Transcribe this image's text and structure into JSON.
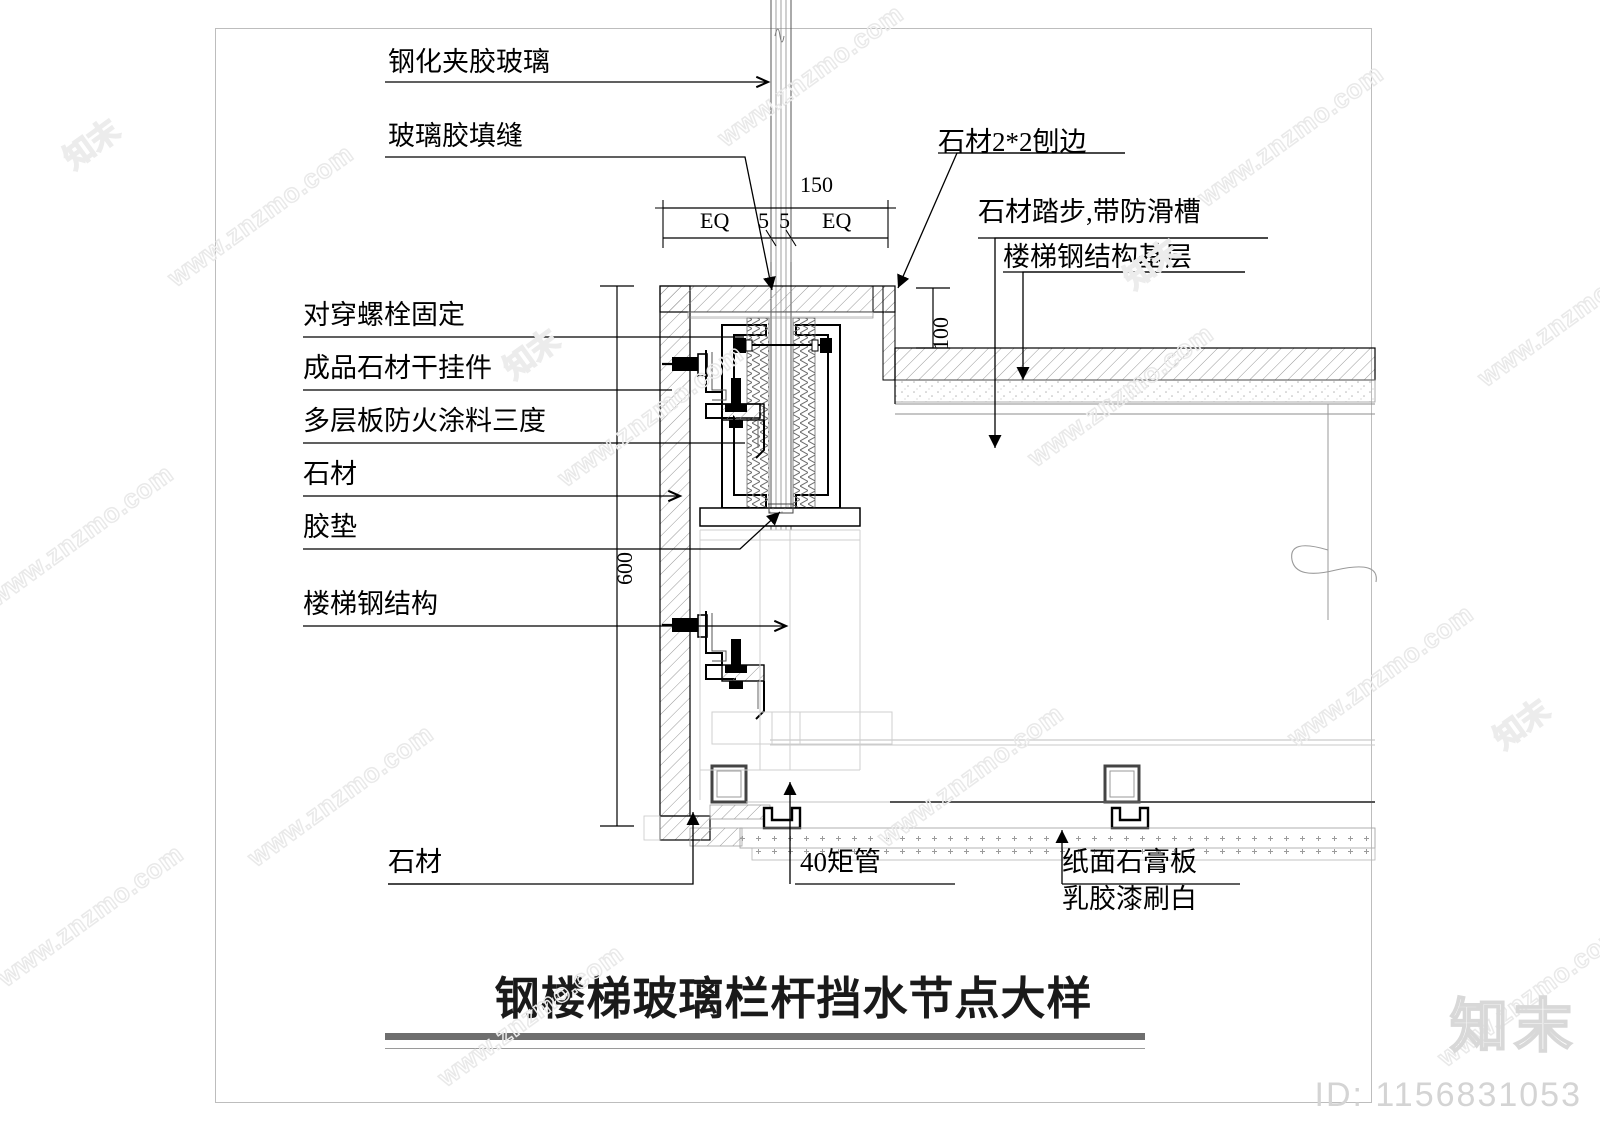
{
  "drawing": {
    "title": "钢楼梯玻璃栏杆挡水节点大样",
    "type": "architectural-detail-section",
    "watermark_text": "www.znzmo.com",
    "brand": "知末",
    "brand_id": "ID: 1156831053"
  },
  "labels": {
    "top_left": [
      {
        "text": "钢化夹胶玻璃",
        "id": "tempered-laminated-glass"
      },
      {
        "text": "玻璃胶填缝",
        "id": "silicone-sealant-joint"
      }
    ],
    "top_right": [
      {
        "text": "石材2*2刨边",
        "id": "stone-2x2-chamfer"
      },
      {
        "text": "石材踏步,带防滑槽",
        "id": "stone-tread-antislip-groove"
      },
      {
        "text": "楼梯钢结构基层",
        "id": "stair-steel-substrate"
      }
    ],
    "left_column": [
      {
        "text": "对穿螺栓固定",
        "id": "through-bolt-fixing"
      },
      {
        "text": "成品石材干挂件",
        "id": "stone-dry-hang-bracket"
      },
      {
        "text": "多层板防火涂料三度",
        "id": "plywood-fireproof-coating-3coats"
      },
      {
        "text": "石材",
        "id": "stone-panel"
      },
      {
        "text": "胶垫",
        "id": "rubber-pad"
      },
      {
        "text": "楼梯钢结构",
        "id": "stair-steel-structure"
      }
    ],
    "bottom": [
      {
        "text": "石材",
        "id": "stone-base"
      },
      {
        "text": "40矩管",
        "id": "40-square-tube"
      },
      {
        "text": "纸面石膏板",
        "id": "gypsum-board"
      },
      {
        "text": "乳胶漆刷白",
        "id": "white-latex-paint"
      }
    ]
  },
  "dimensions": {
    "overall_width": "150",
    "eq_left": "EQ",
    "gap_left": "5",
    "gap_right": "5",
    "eq_right": "EQ",
    "tread_height": "100",
    "balustrade_height": "600"
  },
  "colors": {
    "line": "#000000",
    "border": "#bdbdbd",
    "hatch": "#9a9a9a",
    "title_bar": "#6e6e6e",
    "watermark": "#e9e9e9"
  }
}
